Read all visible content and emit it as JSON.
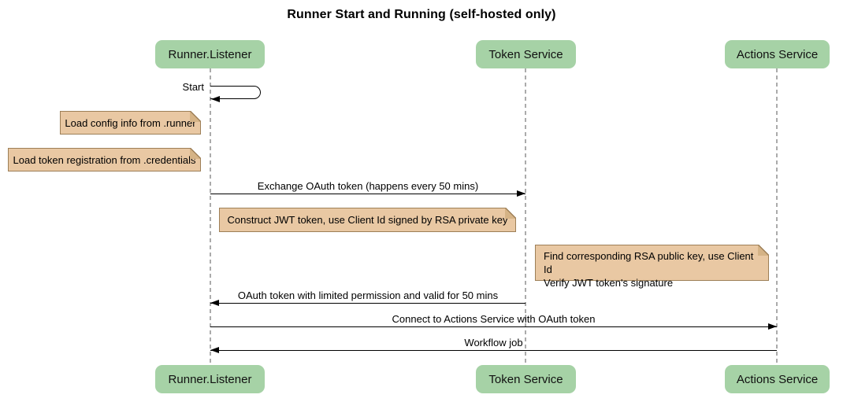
{
  "title": "Runner Start and Running (self-hosted only)",
  "colors": {
    "participant_fill": "#a6d2a6",
    "note_fill": "#e9c8a3",
    "note_border": "#9d7f57",
    "note_fold": "#d5b386",
    "lifeline": "#ababab",
    "arrow": "#000000"
  },
  "participants": [
    {
      "id": "runner-listener",
      "label": "Runner.Listener"
    },
    {
      "id": "token-service",
      "label": "Token Service"
    },
    {
      "id": "actions-service",
      "label": "Actions Service"
    }
  ],
  "messages": [
    {
      "label": "Start",
      "from": "runner-listener",
      "to": "runner-listener",
      "type": "self"
    },
    {
      "label": "Exchange OAuth token (happens every 50 mins)",
      "from": "runner-listener",
      "to": "token-service"
    },
    {
      "label": "OAuth token with limited permission and valid for 50 mins",
      "from": "token-service",
      "to": "runner-listener"
    },
    {
      "label": "Connect to Actions Service with OAuth token",
      "from": "runner-listener",
      "to": "actions-service"
    },
    {
      "label": "Workflow job",
      "from": "actions-service",
      "to": "runner-listener"
    }
  ],
  "notes": [
    {
      "lines": [
        "Load config info from .runner"
      ],
      "position": "left of runner-listener"
    },
    {
      "lines": [
        "Load token registration from .credentials"
      ],
      "position": "left of runner-listener"
    },
    {
      "lines": [
        "Construct JWT token, use Client Id signed by RSA private key"
      ],
      "position": "between runner-listener and token-service"
    },
    {
      "lines": [
        "Find corresponding RSA public key, use Client Id",
        "Verify JWT token's signature"
      ],
      "position": "between token-service and actions-service"
    }
  ]
}
